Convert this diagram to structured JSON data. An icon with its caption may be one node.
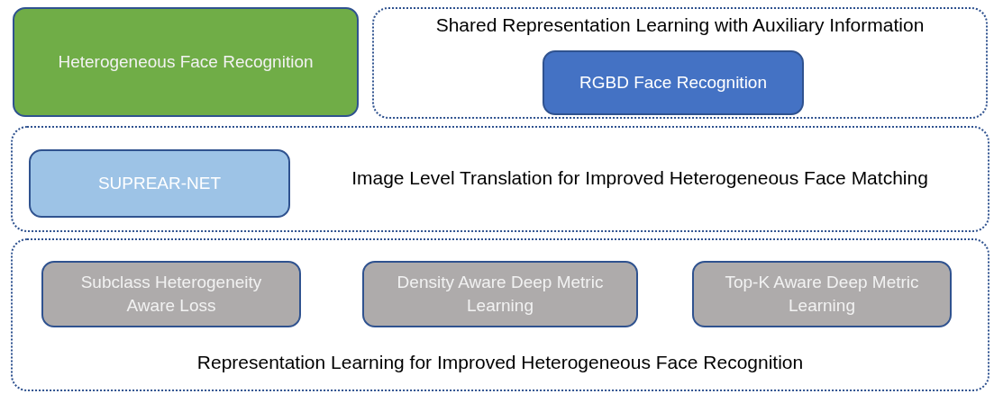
{
  "diagram": {
    "nodes": [
      {
        "text": [
          "Heterogeneous Face Recognition"
        ]
      },
      {
        "text": [
          "Shared Representation Learning with Auxiliary Information"
        ]
      },
      {
        "text": [
          "RGBD Face Recognition"
        ],
        "in": 1
      },
      {
        "text": [
          "Image Level Translation for Improved Heterogeneous Face Matching"
        ]
      },
      {
        "text": [
          "SUPREAR-NET"
        ],
        "in": 3
      },
      {
        "text": [
          "Representation Learning for Improved Heterogeneous Face Recognition"
        ]
      },
      {
        "text": [
          "Subclass Heterogeneity Aware Loss"
        ],
        "in": 5
      },
      {
        "text": [
          "Density Aware Deep Metric Learning"
        ],
        "in": 5
      },
      {
        "text": [
          "Top-K Aware Deep Metric Learning"
        ],
        "in": 5
      }
    ]
  }
}
